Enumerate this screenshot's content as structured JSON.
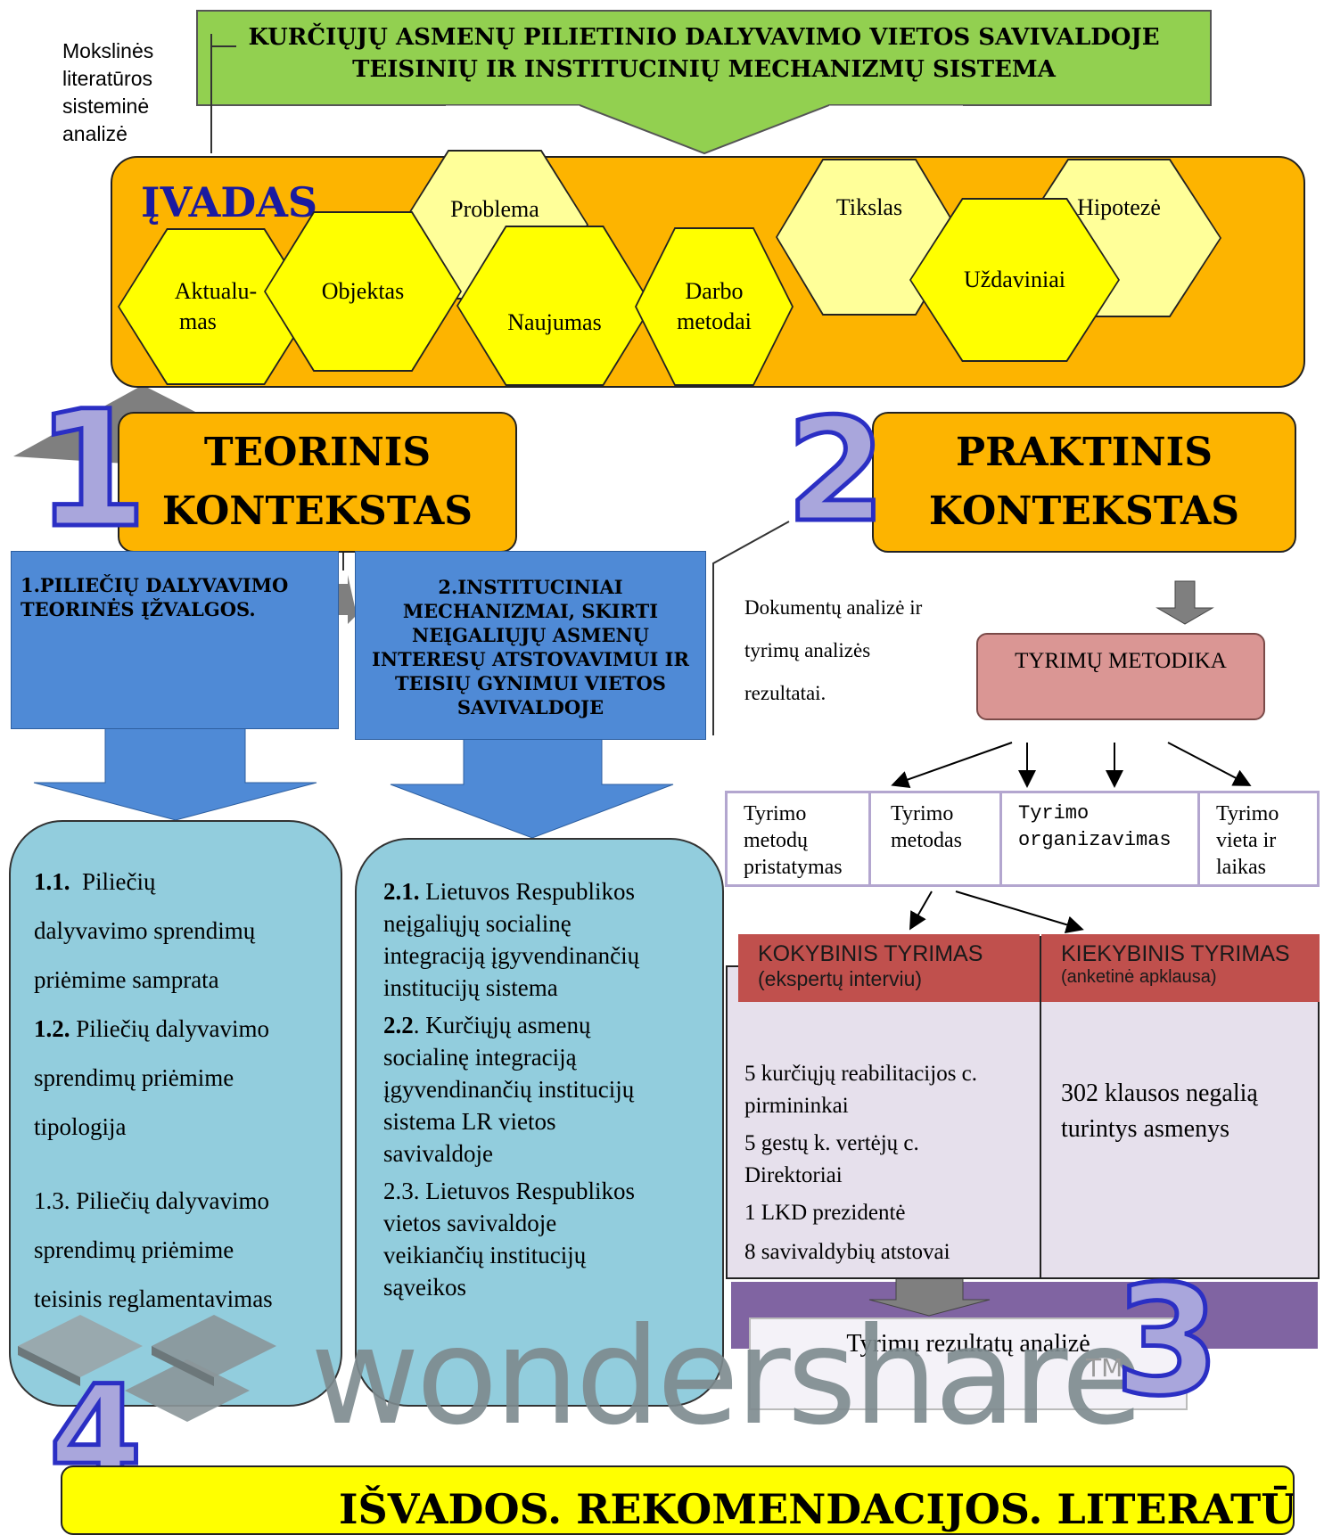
{
  "title_banner": {
    "line1": "KURČIŲJŲ ASMENŲ PILIETINIO DALYVAVIMO VIETOS SAVIVALDOJE",
    "line2": "TEISINIŲ IR INSTITUCINIŲ MECHANIZMŲ SISTEMA"
  },
  "side_note": [
    "Mokslinės",
    "literatūros",
    "sisteminė",
    "analizė"
  ],
  "ivadas": {
    "title": "ĮVADAS",
    "hexes": {
      "problema": "Problema",
      "aktualumas_1": "Aktualu-",
      "aktualumas_2": "mas",
      "objektas": "Objektas",
      "naujumas": "Naujumas",
      "darbo_1": "Darbo",
      "darbo_2": "metodai",
      "tikslas": "Tikslas",
      "hipoteze": "Hipotezė",
      "uzdaviniai": "Uždaviniai"
    }
  },
  "numbers": {
    "n1": "1",
    "n2": "2",
    "n3": "3",
    "n4": "4"
  },
  "teorinis": {
    "line1": "TEORINIS",
    "line2": "KONTEKSTAS"
  },
  "praktinis": {
    "line1": "PRAKTINIS",
    "line2": "KONTEKSTAS"
  },
  "blue1": {
    "line1": "1.PILIEČIŲ DALYVAVIMO",
    "line2": "TEORINĖS ĮŽVALGOS."
  },
  "blue2": {
    "lines": [
      "2.INSTITUCINIAI",
      "MECHANIZMAI, SKIRTI",
      "NEĮGALIŲJŲ ASMENŲ",
      "INTERESŲ ATSTOVAVIMUI IR",
      "TEISIŲ GYNIMUI VIETOS",
      "SAVIVALDOJE"
    ]
  },
  "teal1": {
    "i1_num": "1.1.",
    "i1_l1": "Piliečių",
    "i1_l2": "dalyvavimo sprendimų",
    "i1_l3": "priėmime samprata",
    "i2_num": "1.2.",
    "i2_l1": "Piliečių dalyvavimo",
    "i2_l2": "sprendimų priėmime",
    "i2_l3": "tipologija",
    "i3_l1": "1.3. Piliečių dalyvavimo",
    "i3_l2": "sprendimų priėmime",
    "i3_l3": "teisinis reglamentavimas"
  },
  "teal2": {
    "i1_num": "2.1.",
    "i1_l1": "Lietuvos Respublikos",
    "i1_l2": "neįgaliųjų socialinę",
    "i1_l3": "integraciją įgyvendinančių",
    "i1_l4": "institucijų sistema",
    "i2_num": "2.2",
    "i2_l1": ". Kurčiųjų asmenų",
    "i2_l2": "socialinę integraciją",
    "i2_l3": "įgyvendinančių institucijų",
    "i2_l4": "sistema LR vietos",
    "i2_l5": "savivaldoje",
    "i3_l1": "2.3. Lietuvos Respublikos",
    "i3_l2": "vietos savivaldoje",
    "i3_l3": "veikiančių institucijų",
    "i3_l4": "sąveikos"
  },
  "dokumentu": {
    "line1": "Dokumentų analizė ir",
    "line2": "tyrimų analizės",
    "line3": "rezultatai."
  },
  "tyrimu_metodika": "TYRIMŲ METODIKA",
  "cells": {
    "c1": [
      "Tyrimo",
      "metodų",
      "pristatymas"
    ],
    "c2": [
      "Tyrimo",
      "metodas"
    ],
    "c3": [
      "Tyrimo",
      "organizavimas"
    ],
    "c4": [
      "Tyrimo",
      "vieta ir",
      "laikas"
    ]
  },
  "kokybinis": {
    "title": "KOKYBINIS TYRIMAS",
    "sub": "(ekspertų interviu)"
  },
  "kiekybinis": {
    "title": "KIEKYBINIS TYRIMAS",
    "sub": "(anketinė apklausa)"
  },
  "koky_items": {
    "a1": "5 kurčiųjų reabilitacijos c.",
    "a2": "pirmininkai",
    "b1": "5 gestų k. vertėjų c.",
    "b2": "Direktoriai",
    "c": "1 LKD prezidentė",
    "d": "8 savivaldybių atstovai"
  },
  "kieky_items": {
    "l1": "302 klausos negalią",
    "l2": "turintys asmenys"
  },
  "rezultatai": "Tyrimų rezultatų analizė",
  "watermark": {
    "text": "wondershare",
    "tm": "TM"
  },
  "bottom_banner": "IŠVADOS. REKOMENDACIJOS. LITERATŪRA",
  "colors": {
    "green_banner": "#92d050",
    "ivadas_orange": "#fdb400",
    "hex_yellow": "#ffff00",
    "hex_light": "#ffff99",
    "blue_box": "#4f8ad6",
    "teal_box": "#92cddd",
    "pink_box": "#da9694",
    "red_header": "#c0504d",
    "purple_bar": "#8064a2",
    "bottom_yellow": "#ffff00",
    "number_fill": "#a9a6dc",
    "number_stroke": "#2b2fc4"
  }
}
